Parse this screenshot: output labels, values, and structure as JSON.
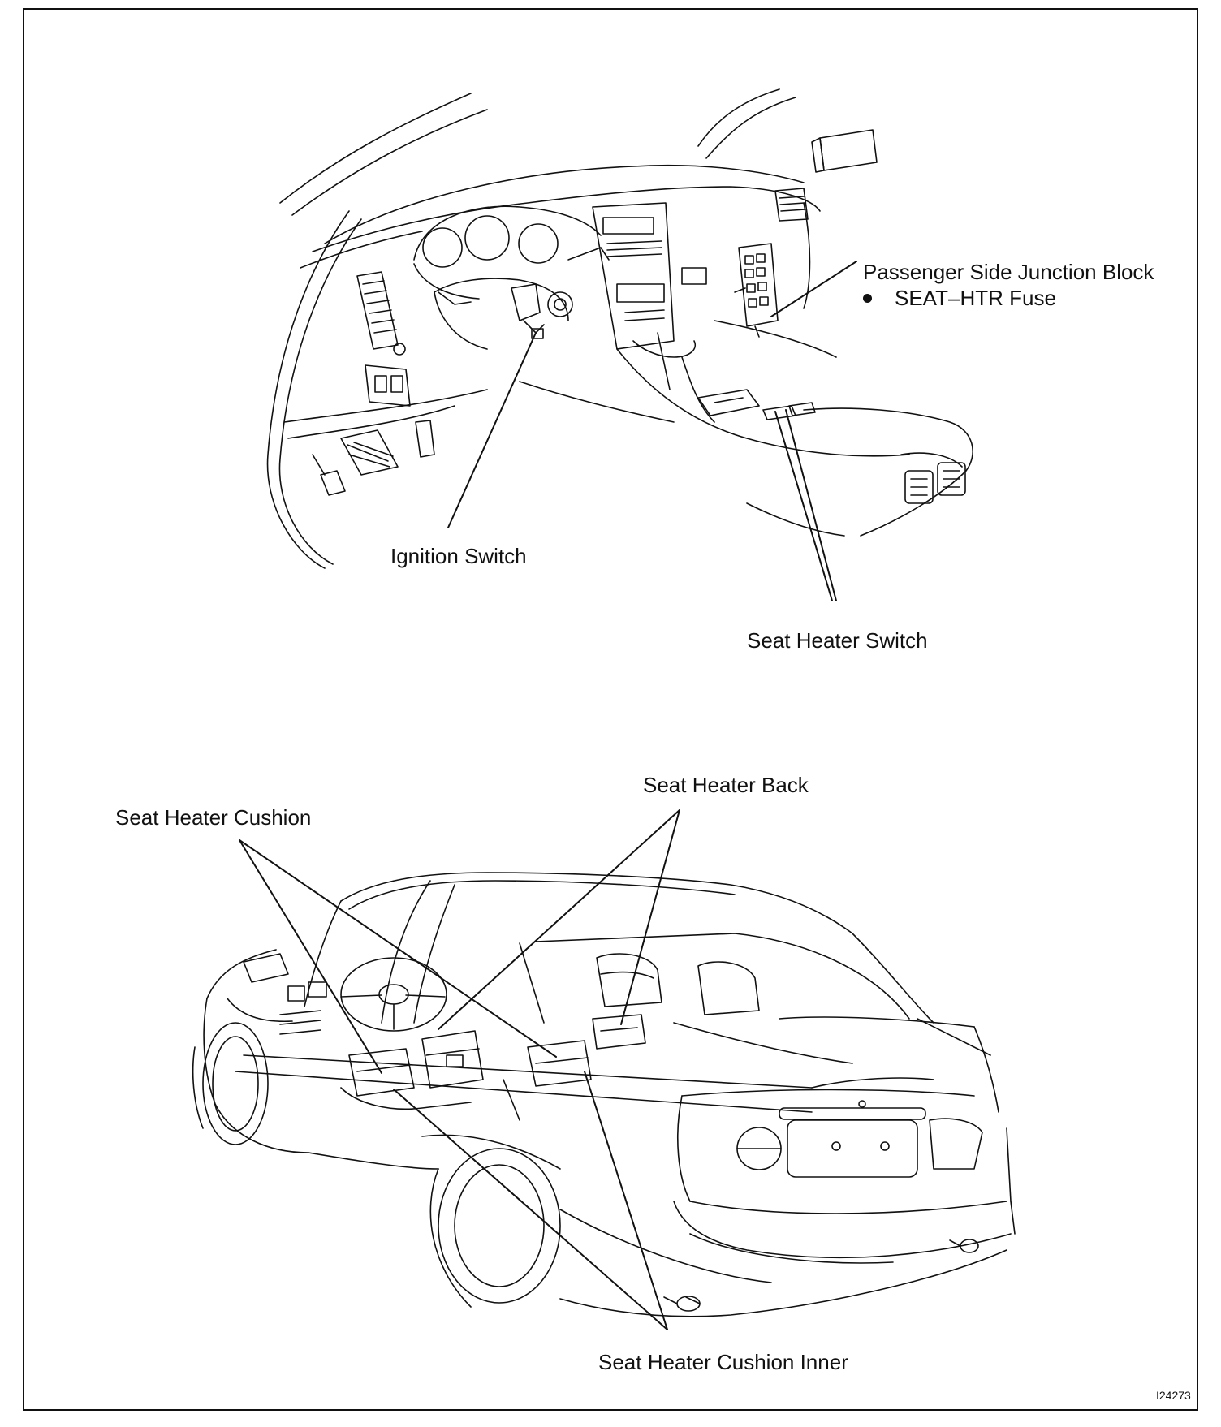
{
  "labels": {
    "junction_block": "Passenger Side Junction Block",
    "fuse": "SEAT–HTR Fuse",
    "ignition_switch": "Ignition Switch",
    "seat_heater_switch": "Seat Heater Switch",
    "seat_heater_back": "Seat Heater Back",
    "seat_heater_cushion": "Seat Heater Cushion",
    "seat_heater_cushion_inner": "Seat Heater Cushion Inner"
  },
  "figure_id": "I24273",
  "colors": {
    "line": "#111111",
    "background": "#ffffff"
  }
}
